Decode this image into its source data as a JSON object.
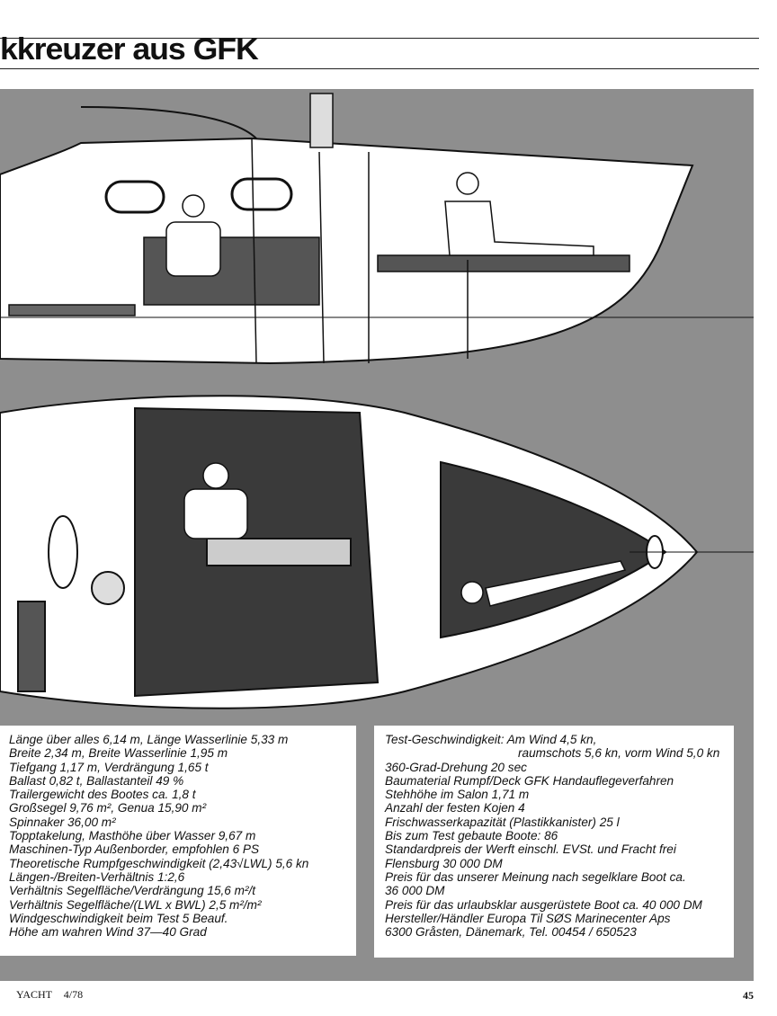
{
  "header": {
    "title": "kkreuzer aus GFK"
  },
  "specs_left": [
    "Länge über alles 6,14 m, Länge Wasserlinie 5,33 m",
    "Breite 2,34 m, Breite Wasserlinie 1,95 m",
    "Tiefgang 1,17 m, Verdrängung 1,65 t",
    "Ballast 0,82 t, Ballastanteil 49 %",
    "Trailergewicht des Bootes ca. 1,8 t",
    "Großsegel 9,76 m², Genua 15,90 m²",
    "Spinnaker 36,00 m²",
    "Topptakelung, Masthöhe über Wasser 9,67 m",
    "Maschinen-Typ Außenborder, empfohlen 6 PS",
    "Theoretische Rumpfgeschwindigkeit (2,43√LWL) 5,6 kn",
    "Längen-/Breiten-Verhältnis 1:2,6",
    "Verhältnis Segelfläche/Verdrängung 15,6 m²/t",
    "Verhältnis Segelfläche/(LWL x BWL) 2,5 m²/m²",
    "Windgeschwindigkeit beim Test 5 Beauf.",
    "Höhe am wahren Wind 37—40 Grad"
  ],
  "specs_right": {
    "speed_line_1": "Test-Geschwindigkeit: Am Wind 4,5 kn,",
    "speed_line_2": "raumschots 5,6 kn, vorm Wind 5,0 kn",
    "lines": [
      "360-Grad-Drehung 20 sec",
      "Baumaterial Rumpf/Deck GFK Handauflegeverfahren",
      "Stehhöhe im Salon 1,71 m",
      "Anzahl der festen Kojen 4",
      "Frischwasserkapazität (Plastikkanister) 25 l",
      "Bis zum Test gebaute Boote: 86",
      "Standardpreis der Werft einschl. EVSt. und Fracht frei",
      "Flensburg 30 000 DM",
      "Preis für das unserer Meinung nach segelklare Boot ca.",
      "36 000 DM",
      "Preis für das urlaubsklar ausgerüstete Boot ca. 40 000 DM",
      "Hersteller/Händler Europa Til SØS Marinecenter Aps",
      "6300 Gråsten, Dänemark, Tel. 00454 / 650523"
    ]
  },
  "footer": {
    "magazine": "YACHT",
    "issue": "4/78",
    "page_number": "45"
  }
}
